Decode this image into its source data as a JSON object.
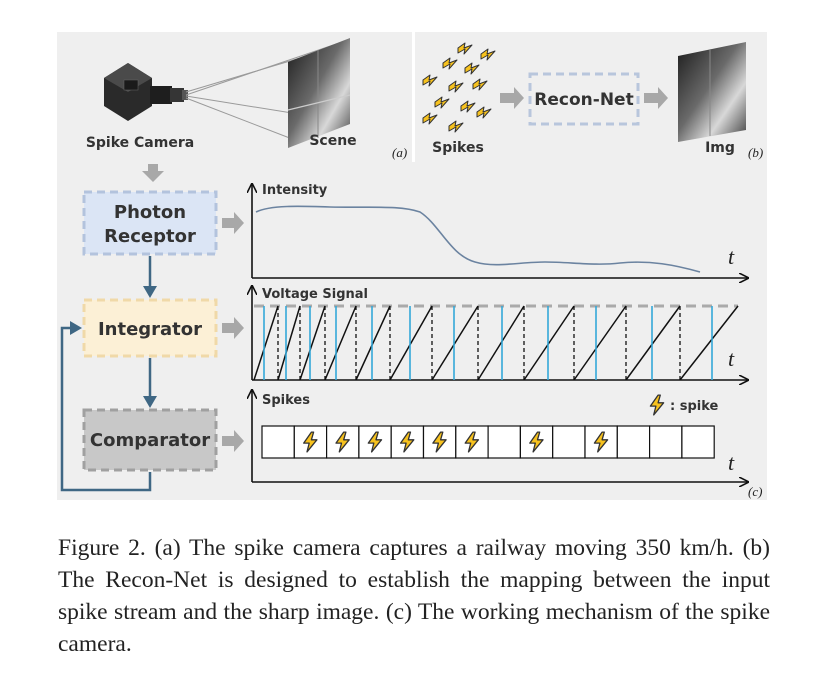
{
  "panel_a": {
    "camera_label": "Spike Camera",
    "scene_label": "Scene",
    "tag": "(a)"
  },
  "panel_b": {
    "spikes_label": "Spikes",
    "net_label": "Recon-Net",
    "img_label": "Img",
    "tag": "(b)"
  },
  "panel_c": {
    "photon_line1": "Photon",
    "photon_line2": "Receptor",
    "integrator": "Integrator",
    "comparator": "Comparator",
    "intensity_label": "Intensity",
    "voltage_label": "Voltage Signal",
    "spikes_label": "Spikes",
    "spike_legend": ": spike",
    "t_label": "t",
    "tag": "(c)",
    "spike_slots": [
      0,
      1,
      1,
      1,
      1,
      1,
      1,
      0,
      1,
      0,
      1,
      0,
      0,
      0
    ]
  },
  "colors": {
    "photon_fill": "#dbe5f5",
    "integrator_fill": "#fcf0d6",
    "comparator_fill": "#c8c8c8",
    "arrow_dark": "#3f6784",
    "arrow_gray": "#a8a8a8",
    "spike_yellow": "#f7c21e",
    "curve": "#6b83a0",
    "blue_line": "#33a8d8"
  },
  "caption": "Figure 2.  (a) The spike camera captures a railway moving 350 km/h. (b) The Recon-Net is designed to establish the mapping between the input spike stream and the sharp image. (c) The working mechanism of the spike camera."
}
